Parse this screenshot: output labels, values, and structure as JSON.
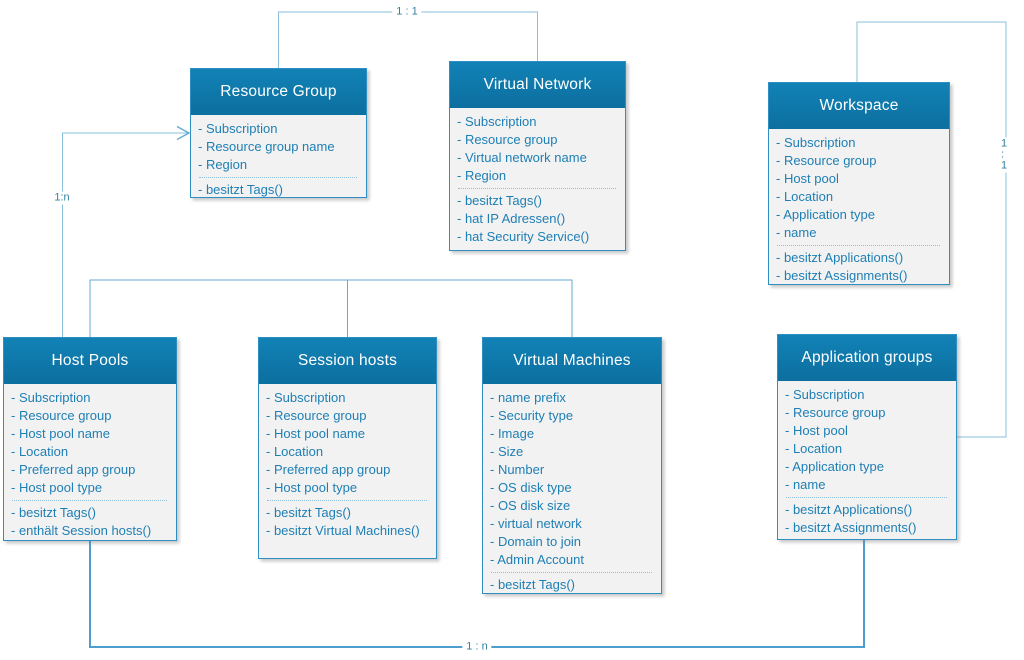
{
  "diagram": {
    "classes": [
      {
        "id": "resource-group",
        "title": "Resource Group",
        "attributes": [
          "- Subscription",
          "- Resource group name",
          "- Region"
        ],
        "methods": [
          "- besitzt Tags()"
        ]
      },
      {
        "id": "virtual-network",
        "title": "Virtual Network",
        "attributes": [
          "- Subscription",
          "- Resource group",
          "- Virtual network name",
          "- Region"
        ],
        "methods": [
          "- besitzt Tags()",
          "- hat IP Adressen()",
          "- hat Security Service()"
        ]
      },
      {
        "id": "workspace",
        "title": "Workspace",
        "attributes": [
          "- Subscription",
          "- Resource group",
          "- Host pool",
          "- Location",
          "- Application type",
          "- name"
        ],
        "methods": [
          "- besitzt Applications()",
          "- besitzt Assignments()"
        ]
      },
      {
        "id": "host-pools",
        "title": "Host Pools",
        "attributes": [
          "- Subscription",
          "- Resource group",
          "- Host pool name",
          "- Location",
          "- Preferred app group",
          "- Host pool type"
        ],
        "methods": [
          "- besitzt Tags()",
          "- enthält Session hosts()"
        ]
      },
      {
        "id": "session-hosts",
        "title": "Session hosts",
        "attributes": [
          "- Subscription",
          "- Resource group",
          "- Host pool name",
          "- Location",
          "- Preferred app group",
          "- Host pool type"
        ],
        "methods": [
          "- besitzt Tags()",
          "- besitzt Virtual Machines()"
        ]
      },
      {
        "id": "virtual-machines",
        "title": "Virtual Machines",
        "attributes": [
          "- name prefix",
          "- Security type",
          "- Image",
          "- Size",
          "- Number",
          "- OS disk type",
          "- OS disk size",
          "- virtual network",
          "- Domain to join",
          "- Admin Account"
        ],
        "methods": [
          "- besitzt Tags()"
        ]
      },
      {
        "id": "application-groups",
        "title": "Application groups",
        "attributes": [
          "- Subscription",
          "- Resource group",
          "- Host pool",
          "- Location",
          "- Application type",
          "- name"
        ],
        "methods": [
          "- besitzt Applications()",
          "- besitzt Assignments()"
        ]
      }
    ],
    "connector_labels": {
      "top": "1 : 1",
      "left": "1:n",
      "right": "1 : 1",
      "bottom": "1 : n"
    },
    "colors": {
      "header_fill": "#0d76a8",
      "body_fill": "#f2f2f2",
      "box_border": "#2f8fc2",
      "body_text": "#1e7fb5",
      "connector_light": "#8abfde",
      "connector_strong": "#4d9ecf",
      "label_text": "#35809f"
    }
  }
}
